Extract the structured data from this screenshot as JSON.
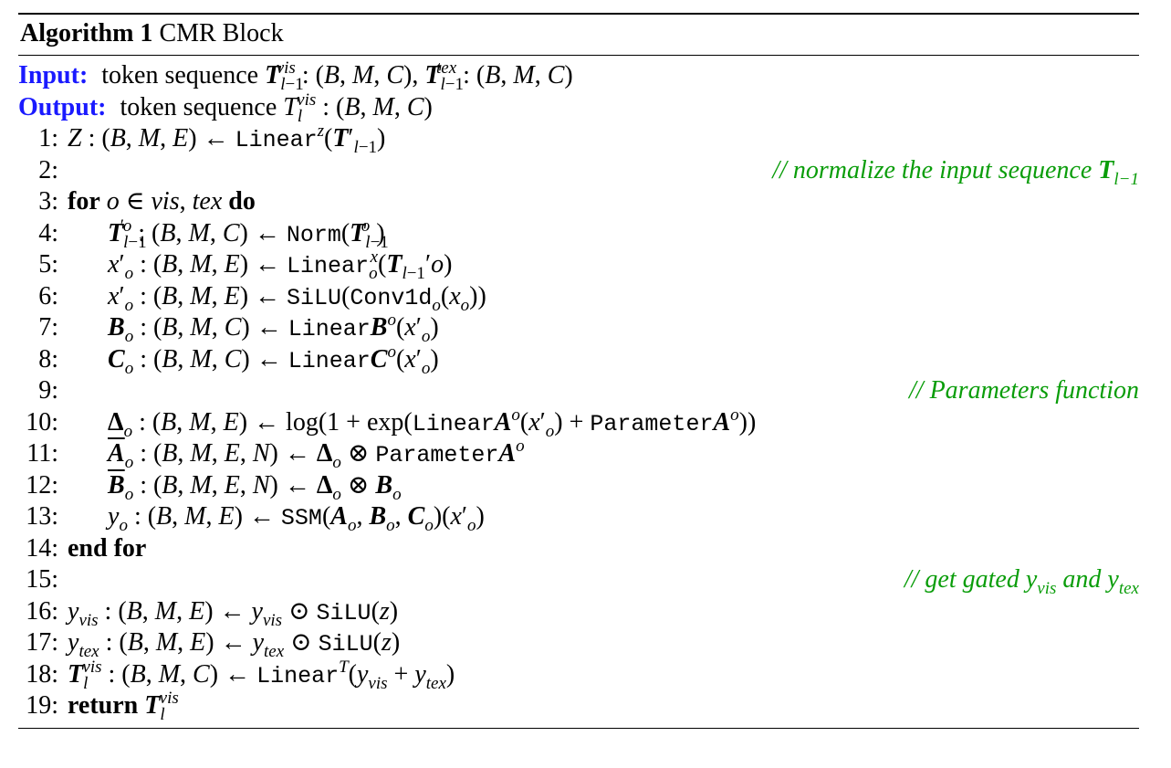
{
  "algorithm": {
    "label": "Algorithm 1",
    "name": "CMR Block"
  },
  "io": {
    "input_kw": "Input:",
    "input_text": "token sequence",
    "output_kw": "Output:",
    "output_text": "token sequence"
  },
  "lines": [
    {
      "n": "1:"
    },
    {
      "n": "2:"
    },
    {
      "n": "3:"
    },
    {
      "n": "4:"
    },
    {
      "n": "5:"
    },
    {
      "n": "6:"
    },
    {
      "n": "7:"
    },
    {
      "n": "8:"
    },
    {
      "n": "9:"
    },
    {
      "n": "10:"
    },
    {
      "n": "11:"
    },
    {
      "n": "12:"
    },
    {
      "n": "13:"
    },
    {
      "n": "14:"
    },
    {
      "n": "15:"
    },
    {
      "n": "16:"
    },
    {
      "n": "17:"
    },
    {
      "n": "18:"
    },
    {
      "n": "19:"
    }
  ],
  "keywords": {
    "for": "for",
    "do": "do",
    "end_for": "end for",
    "return": "return"
  },
  "comments": {
    "normalize": "// normalize the input sequence",
    "parameters": "// Parameters function",
    "gated": "// get gated",
    "and": "and"
  },
  "colors": {
    "keyword_blue": "#1a1aff",
    "comment_green": "#0a9d0a"
  }
}
